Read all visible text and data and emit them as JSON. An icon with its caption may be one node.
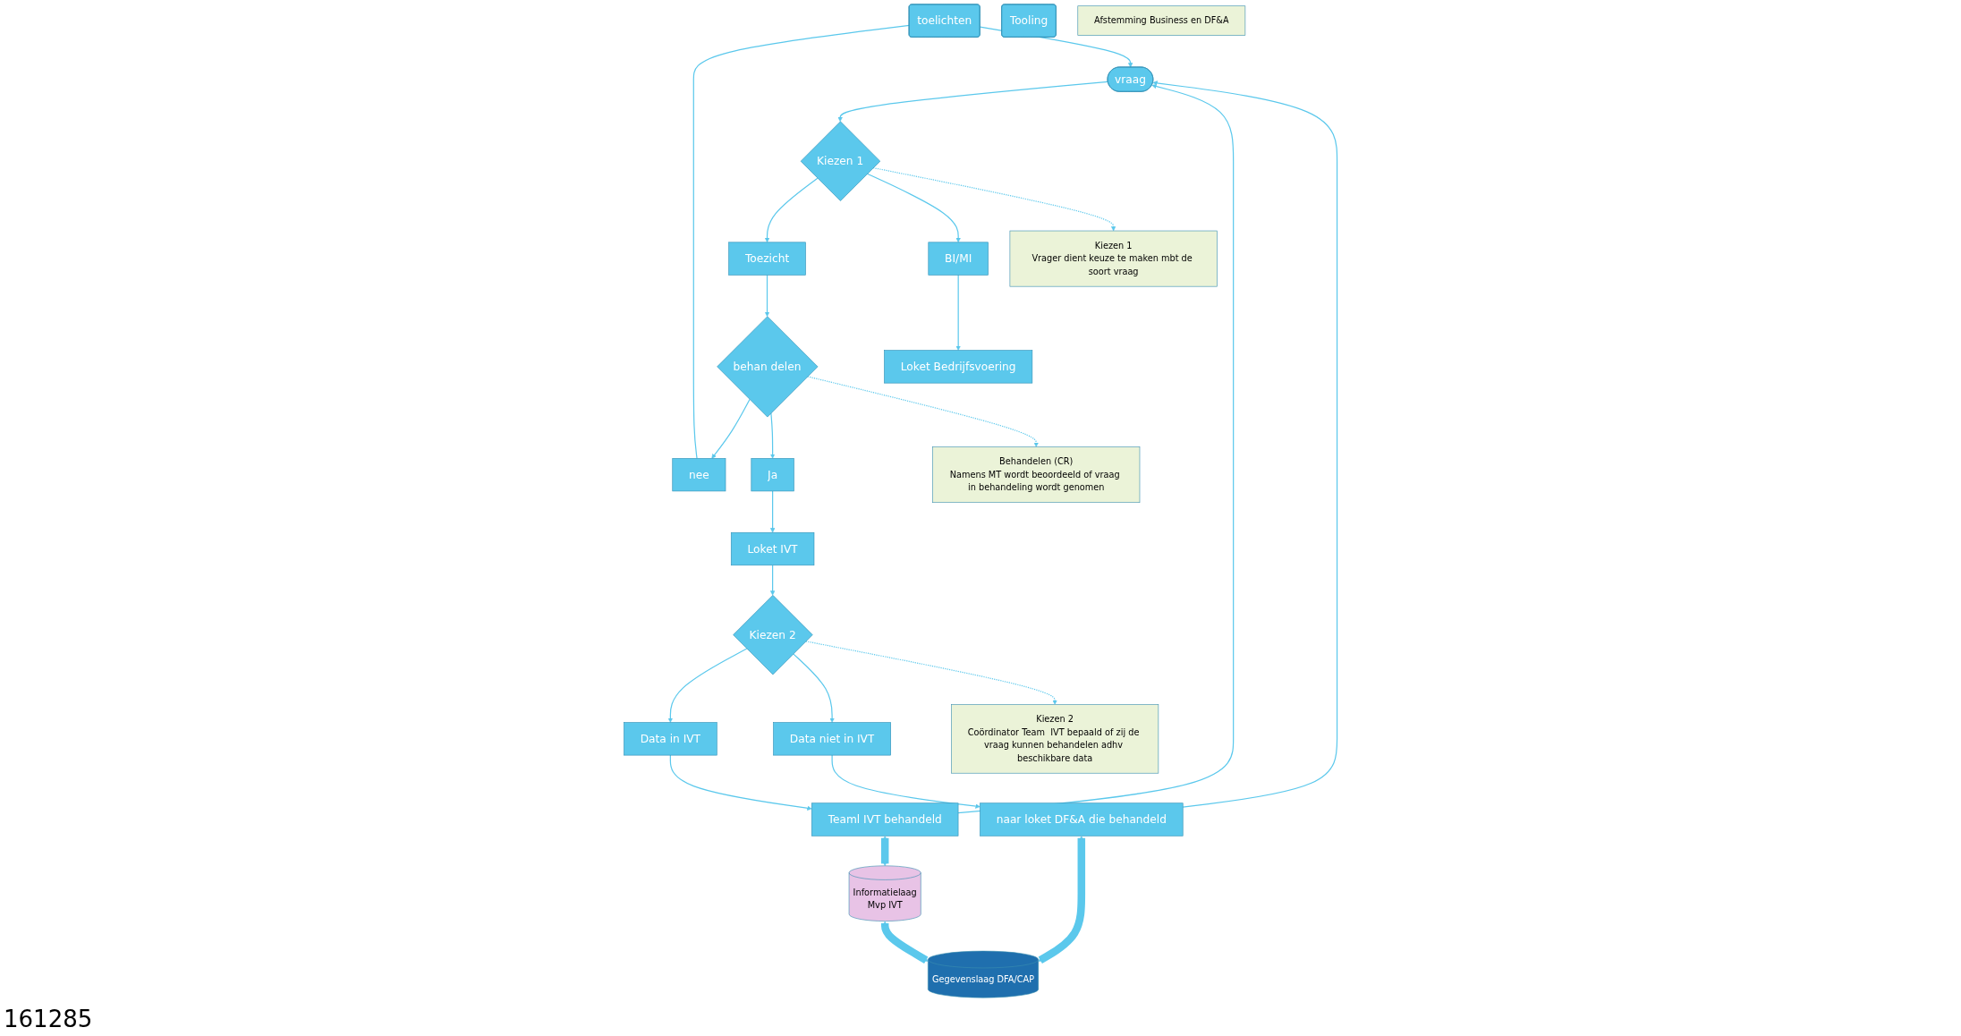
{
  "diagram": {
    "nodes": [
      {
        "text": [
          "vraag"
        ]
      },
      {
        "text": [
          "toelichten"
        ]
      },
      {
        "text": [
          "Kiezen 1"
        ]
      },
      {
        "text": [
          "Toezicht"
        ]
      },
      {
        "text": [
          "BI/MI"
        ]
      },
      {
        "text": [
          "Loket Bedrijfsvoering"
        ]
      },
      {
        "text": [
          "nee"
        ]
      },
      {
        "text": [
          "behan delen"
        ]
      },
      {
        "text": [
          "Ja"
        ]
      },
      {
        "text": [
          "Behandelen (CR)",
          "Namens MT wordt beoordeeld of vraag in behandeling wordt genomen"
        ]
      },
      {
        "text": [
          "Loket IVT"
        ]
      },
      {
        "text": [
          "Kiezen 2"
        ]
      },
      {
        "text": [
          "Data in IVT"
        ]
      },
      {
        "text": [
          "Data niet in IVT"
        ]
      },
      {
        "text": [
          "Teaml IVT behandeld"
        ]
      },
      {
        "text": [
          "naar loket  DF&A die behandeld"
        ]
      },
      {
        "text": [
          "Tooling"
        ]
      },
      {
        "text": [
          "Informatielaag",
          "Mvp IVT"
        ]
      },
      {
        "text": [
          "Kiezen 1",
          "Vrager dient keuze te maken mbt de soort vraag"
        ]
      },
      {
        "text": [
          "Afstemming Business en DF&A"
        ]
      },
      {
        "text": [
          "Kiezen 2",
          "Coördinator Team  IVT bepaald of zij de vraag kunnen behandelen adhv beschikbare data"
        ]
      },
      {
        "text": [
          "Gegevenslaag DFA/CAP"
        ]
      }
    ],
    "edges": [
      {
        "from": 1,
        "to": 6,
        "arrow": "none"
      },
      {
        "from": 1,
        "to": 0,
        "arrow": "to"
      },
      {
        "from": 0,
        "to": 2,
        "arrow": "to"
      },
      {
        "from": 2,
        "to": 3,
        "arrow": "to"
      },
      {
        "from": 2,
        "to": 4,
        "arrow": "to"
      },
      {
        "from": 4,
        "to": 5,
        "arrow": "to"
      },
      {
        "from": 3,
        "to": 7,
        "arrow": "to"
      },
      {
        "from": 7,
        "to": 6,
        "arrow": "to"
      },
      {
        "from": 7,
        "to": 8,
        "arrow": "to"
      },
      {
        "from": 7,
        "to": 9,
        "arrow": "to",
        "style": "dashed"
      },
      {
        "from": 8,
        "to": 10,
        "arrow": "to"
      },
      {
        "from": 10,
        "to": 11,
        "arrow": "to"
      },
      {
        "from": 11,
        "to": 12,
        "arrow": "to"
      },
      {
        "from": 11,
        "to": 13,
        "arrow": "to"
      },
      {
        "from": 12,
        "to": 14,
        "arrow": "to"
      },
      {
        "from": 13,
        "to": 15,
        "arrow": "to"
      },
      {
        "from": 14,
        "to": 0,
        "arrow": "to"
      },
      {
        "from": 15,
        "to": 0,
        "arrow": "to"
      },
      {
        "from": 14,
        "to": 17,
        "arrow": "both",
        "style": "thick"
      },
      {
        "from": 17,
        "to": 21,
        "arrow": "both",
        "style": "thick"
      },
      {
        "from": 15,
        "to": 21,
        "arrow": "both",
        "style": "thick"
      },
      {
        "from": 2,
        "to": 18,
        "arrow": "to",
        "style": "dashed"
      },
      {
        "from": 11,
        "to": 20,
        "arrow": "to",
        "style": "dashed"
      }
    ],
    "labels": [
      "161285"
    ]
  }
}
